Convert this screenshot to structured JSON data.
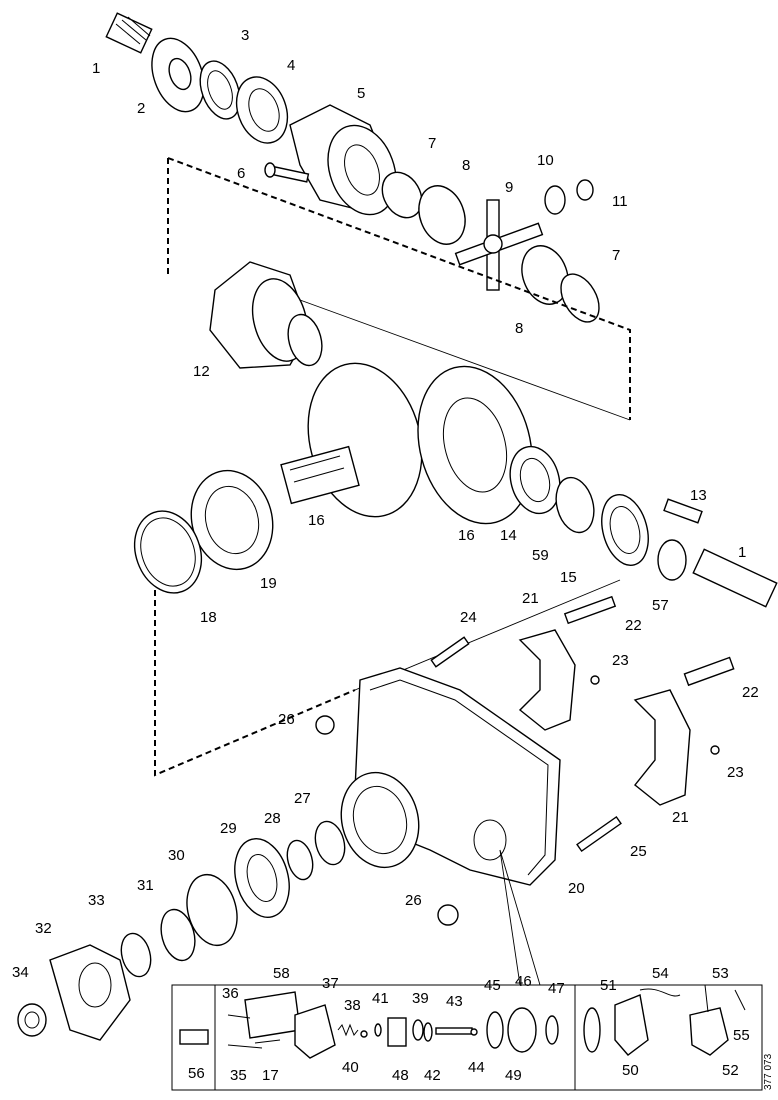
{
  "labels": {
    "p1a": "1",
    "p1b": "1",
    "p2": "2",
    "p3": "3",
    "p4": "4",
    "p5": "5",
    "p6": "6",
    "p7a": "7",
    "p7b": "7",
    "p8a": "8",
    "p8b": "8",
    "p9": "9",
    "p10": "10",
    "p11": "11",
    "p12": "12",
    "p13": "13",
    "p14": "14",
    "p15": "15",
    "p16a": "16",
    "p16b": "16",
    "p17": "17",
    "p18": "18",
    "p19": "19",
    "p20": "20",
    "p21a": "21",
    "p21b": "21",
    "p22a": "22",
    "p22b": "22",
    "p23a": "23",
    "p23b": "23",
    "p24": "24",
    "p25": "25",
    "p26a": "26",
    "p26b": "26",
    "p27": "27",
    "p28": "28",
    "p29": "29",
    "p30": "30",
    "p31": "31",
    "p32": "32",
    "p33": "33",
    "p34": "34",
    "p35": "35",
    "p36": "36",
    "p37": "37",
    "p38": "38",
    "p39": "39",
    "p40": "40",
    "p41": "41",
    "p42": "42",
    "p43": "43",
    "p44": "44",
    "p45": "45",
    "p46": "46",
    "p47": "47",
    "p48": "48",
    "p49": "49",
    "p50": "50",
    "p51": "51",
    "p52": "52",
    "p53": "53",
    "p54": "54",
    "p55": "55",
    "p56": "56",
    "p57": "57",
    "p58": "58",
    "p59": "59"
  },
  "reference": "377 073"
}
